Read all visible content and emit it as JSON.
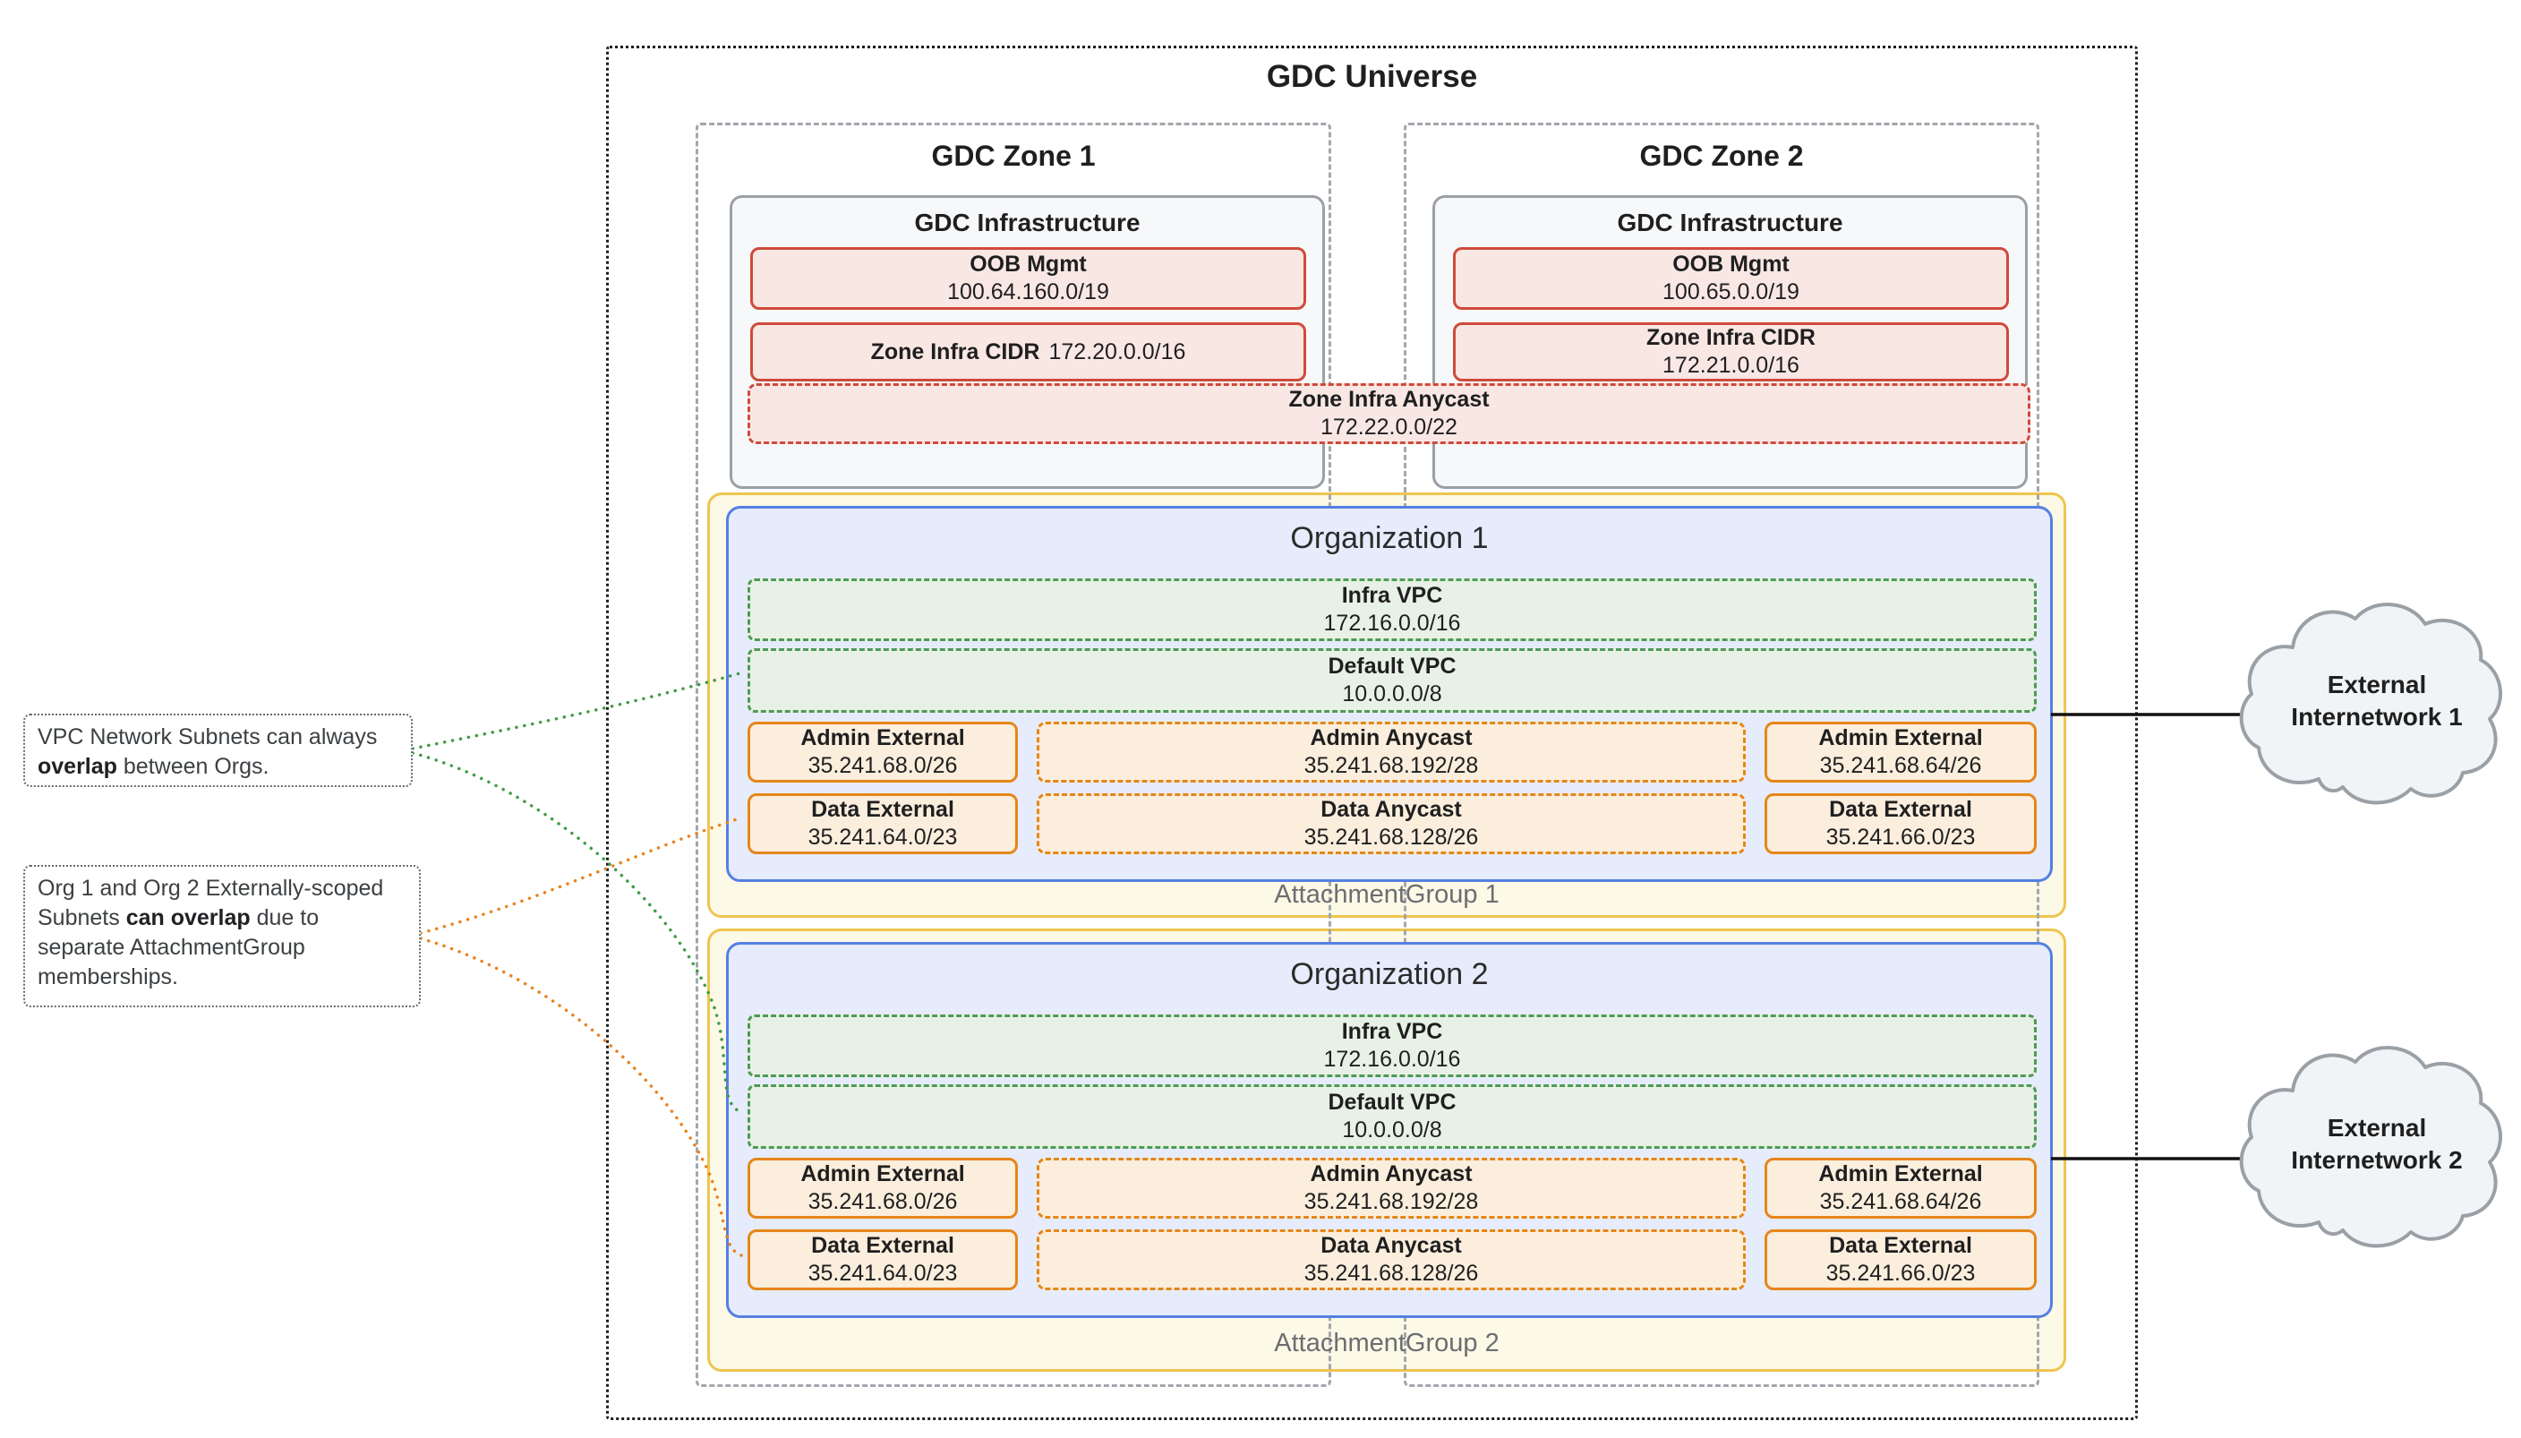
{
  "universe": {
    "title": "GDC Universe"
  },
  "zones": [
    {
      "title": "GDC Zone 1",
      "infrastructure": {
        "title": "GDC Infrastructure",
        "oob": {
          "label": "OOB Mgmt",
          "cidr": "100.64.160.0/19"
        },
        "zone_infra": {
          "label": "Zone Infra CIDR",
          "cidr": "172.20.0.0/16"
        }
      }
    },
    {
      "title": "GDC Zone 2",
      "infrastructure": {
        "title": "GDC Infrastructure",
        "oob": {
          "label": "OOB Mgmt",
          "cidr": "100.65.0.0/19"
        },
        "zone_infra": {
          "label": "Zone Infra CIDR",
          "cidr": "172.21.0.0/16"
        }
      }
    }
  ],
  "zone_infra_anycast": {
    "label": "Zone Infra Anycast",
    "cidr": "172.22.0.0/22"
  },
  "organizations": [
    {
      "title": "Organization 1",
      "attachment_group_label": "AttachmentGroup 1",
      "infra_vpc": {
        "label": "Infra VPC",
        "cidr": "172.16.0.0/16"
      },
      "default_vpc": {
        "label": "Default VPC",
        "cidr": "10.0.0.0/8"
      },
      "subnets": [
        {
          "label": "Admin External",
          "cidr": "35.241.68.0/26"
        },
        {
          "label": "Admin Anycast",
          "cidr": "35.241.68.192/28"
        },
        {
          "label": "Admin External",
          "cidr": "35.241.68.64/26"
        },
        {
          "label": "Data External",
          "cidr": "35.241.64.0/23"
        },
        {
          "label": "Data Anycast",
          "cidr": "35.241.68.128/26"
        },
        {
          "label": "Data External",
          "cidr": "35.241.66.0/23"
        }
      ],
      "external_network": "External Internetwork 1"
    },
    {
      "title": "Organization 2",
      "attachment_group_label": "AttachmentGroup 2",
      "infra_vpc": {
        "label": "Infra VPC",
        "cidr": "172.16.0.0/16"
      },
      "default_vpc": {
        "label": "Default VPC",
        "cidr": "10.0.0.0/8"
      },
      "subnets": [
        {
          "label": "Admin External",
          "cidr": "35.241.68.0/26"
        },
        {
          "label": "Admin Anycast",
          "cidr": "35.241.68.192/28"
        },
        {
          "label": "Admin External",
          "cidr": "35.241.68.64/26"
        },
        {
          "label": "Data External",
          "cidr": "35.241.64.0/23"
        },
        {
          "label": "Data Anycast",
          "cidr": "35.241.68.128/26"
        },
        {
          "label": "Data External",
          "cidr": "35.241.66.0/23"
        }
      ],
      "external_network": "External Internetwork 2"
    }
  ],
  "annotations": [
    {
      "pre": "VPC Network Subnets can always ",
      "bold": "overlap",
      "post": " between Orgs."
    },
    {
      "pre": "Org 1 and Org 2 Externally-scoped Subnets ",
      "bold": "can overlap",
      "post": " due to separate AttachmentGroup memberships."
    }
  ],
  "colors": {
    "red_border": "#cf4a3a",
    "red_fill": "#f9e7e4",
    "green_border": "#4f9a55",
    "green_fill": "#e8f1e6",
    "orange_border": "#e68619",
    "orange_fill": "#fbeedd",
    "blue_border": "#5480e4",
    "blue_fill": "#e6ecfb",
    "yellow_border": "#efc54e",
    "yellow_fill": "#fdf9e7",
    "gray_border": "#9aa0a6",
    "panel_fill": "#f7f8fa",
    "cloud_fill": "#f1f4f6",
    "connector_green": "#3f9c46",
    "connector_orange": "#e8821b"
  }
}
